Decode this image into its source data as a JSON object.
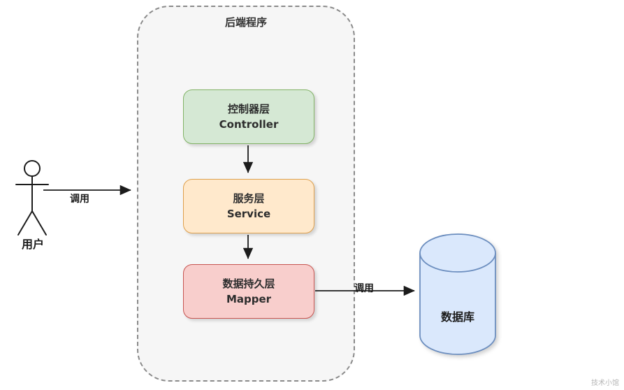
{
  "diagram": {
    "backend": {
      "label": "后端程序",
      "fill": "#f6f6f6",
      "border": "#8a8a8a"
    },
    "actor": {
      "label": "用户"
    },
    "calls": {
      "user_to_backend": "调用",
      "mapper_to_db": "调用"
    },
    "layers": [
      {
        "id": "controller",
        "title": "控制器层",
        "subtitle": "Controller",
        "fill": "#d5e8d4",
        "border": "#82b366"
      },
      {
        "id": "service",
        "title": "服务层",
        "subtitle": "Service",
        "fill": "#ffe9cc",
        "border": "#dfa04c"
      },
      {
        "id": "mapper",
        "title": "数据持久层",
        "subtitle": "Mapper",
        "fill": "#f8cecc",
        "border": "#c75450"
      }
    ],
    "database": {
      "label": "数据库",
      "fill": "#dae8fc",
      "border": "#6c8ebf"
    },
    "watermark": "技术小馆"
  }
}
